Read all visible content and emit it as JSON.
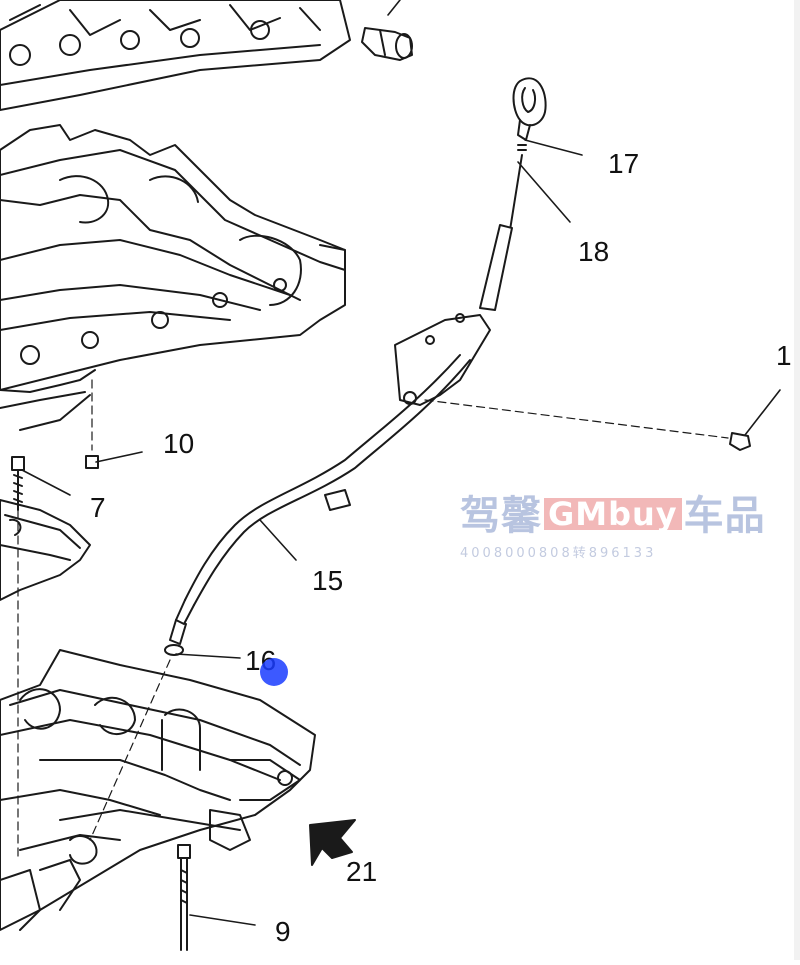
{
  "diagram": {
    "callouts": [
      {
        "id": "c1",
        "text": "1"
      },
      {
        "id": "c7",
        "text": "7"
      },
      {
        "id": "c9",
        "text": "9"
      },
      {
        "id": "c10",
        "text": "10"
      },
      {
        "id": "c15",
        "text": "15"
      },
      {
        "id": "c16",
        "text": "16"
      },
      {
        "id": "c17",
        "text": "17"
      },
      {
        "id": "c18",
        "text": "18"
      },
      {
        "id": "c21",
        "text": "21"
      }
    ]
  },
  "watermark": {
    "prefix": "驾馨",
    "brand": "GMbuy",
    "suffix": "车品",
    "phone": "4008000808转896133"
  },
  "colors": {
    "line": "#1a1a1a",
    "watermark_text": "#b8c4e0",
    "watermark_brand_bg": "#f2b8b8",
    "cursor": "#1a3cff"
  }
}
